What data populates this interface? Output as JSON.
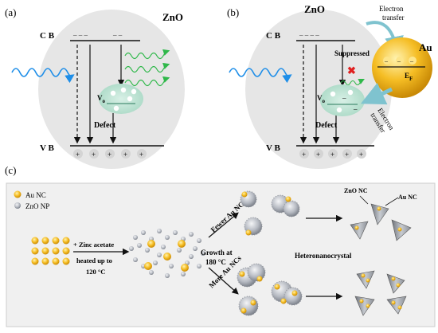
{
  "panel_a": {
    "label": "(a)",
    "material": "ZnO",
    "cb_label": "C B",
    "vb_label": "V B",
    "defect_label": "Defect",
    "vo_label": "V",
    "vo_sub": "o",
    "cb_electrons": [
      "– – –",
      "– –"
    ],
    "vb_holes": [
      "+",
      "+",
      "+",
      "+",
      "+"
    ]
  },
  "panel_b": {
    "label": "(b)",
    "material": "ZnO",
    "metal": "Au",
    "cb_label": "C B",
    "vb_label": "V B",
    "defect_label": "Defect",
    "vo_label": "V",
    "vo_sub": "o",
    "suppressed_label": "Suppressed",
    "electron_transfer_top": [
      "Electron",
      "transfer"
    ],
    "electron_transfer_side": [
      "Electron",
      "transfer"
    ],
    "fermi_label": "E",
    "fermi_sub": "F",
    "cb_electrons": "– – – –",
    "vb_holes": [
      "+",
      "+",
      "+",
      "+",
      "+"
    ],
    "au_electrons": [
      "–",
      "–",
      "–"
    ]
  },
  "panel_c": {
    "label": "(c)",
    "legend": [
      {
        "name": "Au NC",
        "color": "#f2b71c"
      },
      {
        "name": "ZnO NP",
        "color": "#b0b4bc"
      }
    ],
    "step1": [
      "+ Zinc acetate",
      "heated up to",
      "120 °C"
    ],
    "upper_branch": "Fewer Au NCs",
    "lower_branch": "More Au NCs",
    "growth": [
      "Growth at",
      "180 °C"
    ],
    "product": "Heteronanocrystal",
    "product_labels": [
      "ZnO NC",
      "Au NC"
    ]
  },
  "colors": {
    "gold": "#f2b71c",
    "zno_gray": "#b8bcc4",
    "bubble": "#e6e6e6",
    "uv_blue": "#1e8ee8",
    "emission_green": "#2fb84a",
    "cross_red": "#e02020",
    "arrow_teal": "#7fc3cf"
  }
}
